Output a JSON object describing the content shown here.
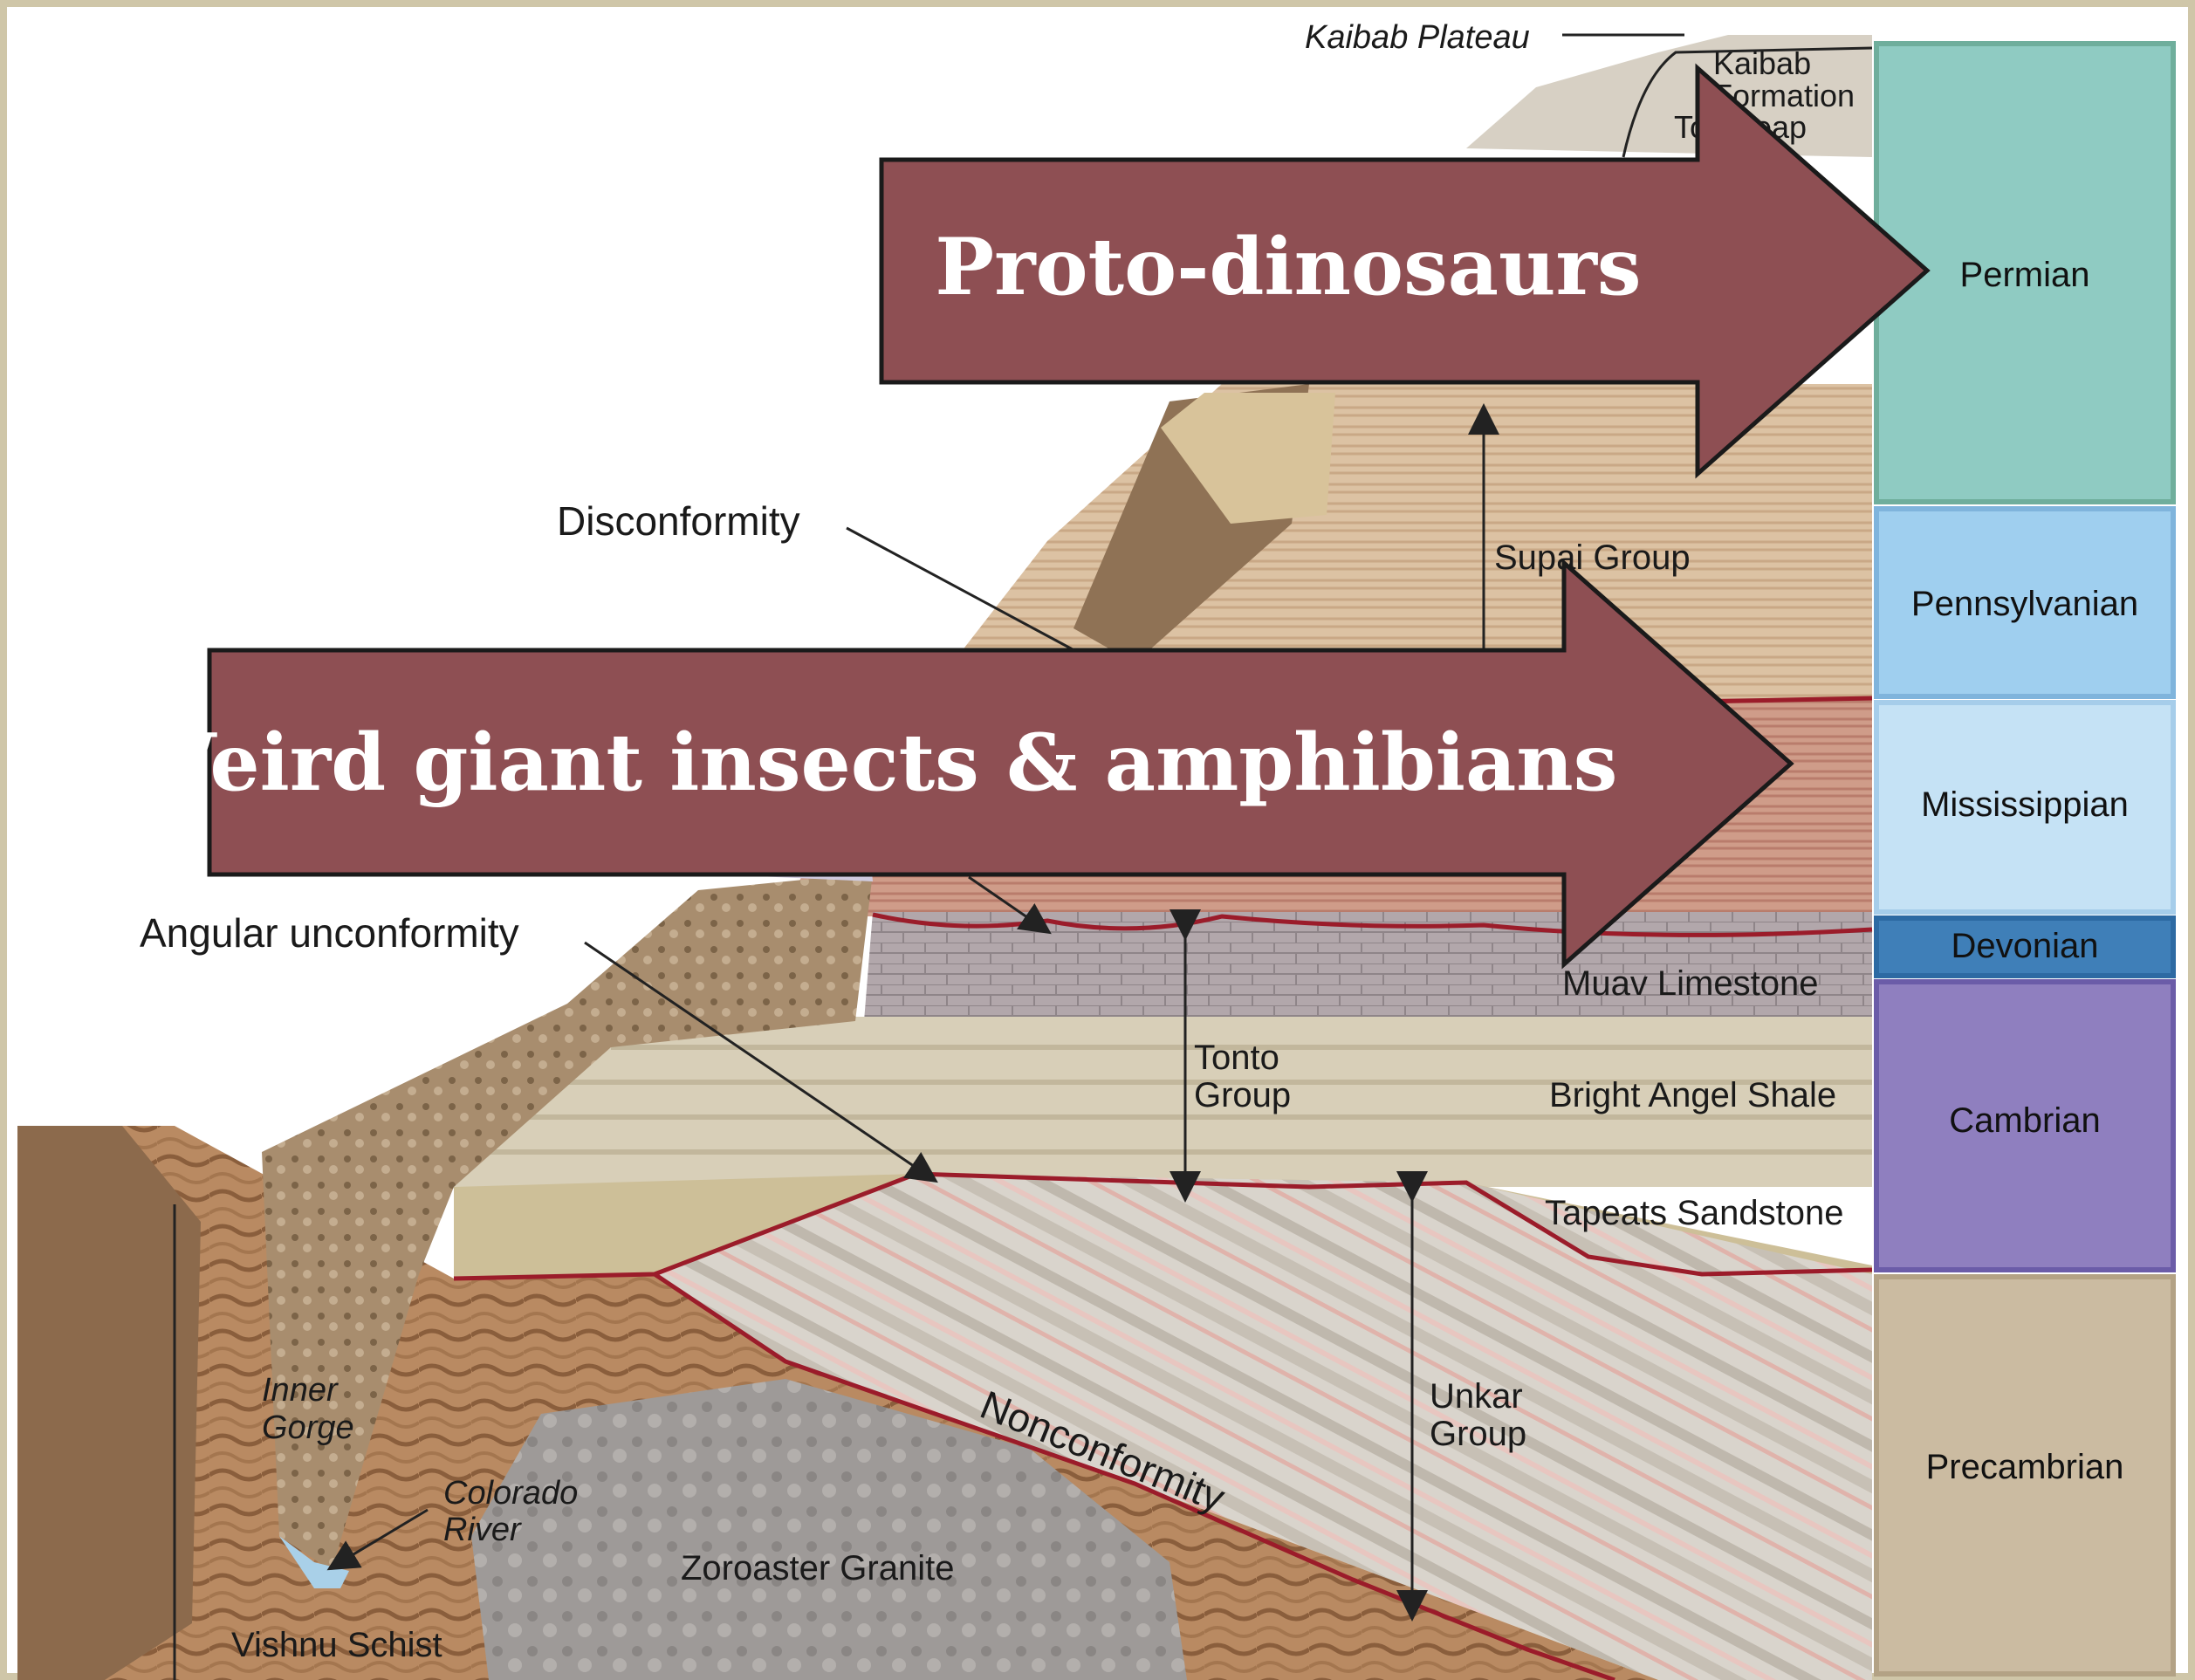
{
  "labels": {
    "kaibab_plateau": "Kaibab Plateau",
    "kaibab_formation_1": "Kaibab",
    "kaibab_formation_2": "Formation",
    "toroweap_1": "To",
    "toroweap_2": "eap",
    "disconformity": "Disconformity",
    "supai_group": "Supai Group",
    "angular_unconformity": "Angular unconformity",
    "muav_limestone": "Muav Limestone",
    "tonto_group_1": "Tonto",
    "tonto_group_2": "Group",
    "bright_angel_shale": "Bright Angel Shale",
    "tapeats_sandstone": "Tapeats Sandstone",
    "unkar_group_1": "Unkar",
    "unkar_group_2": "Group",
    "nonconformity": "Nonconformity",
    "inner_gorge_1": "Inner",
    "inner_gorge_2": "Gorge",
    "colorado_river_1": "Colorado",
    "colorado_river_2": "River",
    "zoroaster_granite": "Zoroaster Granite",
    "vishnu_schist": "Vishnu Schist"
  },
  "periods": [
    {
      "name": "Permian",
      "color": "#8fcbc2"
    },
    {
      "name": "Pennsylvanian",
      "color": "#9fcfef"
    },
    {
      "name": "Mississippian",
      "color": "#c5e2f5"
    },
    {
      "name": "Devonian",
      "color": "#3f7fb8"
    },
    {
      "name": "Cambrian",
      "color": "#8f7fbf"
    },
    {
      "name": "Precambrian",
      "color": "#cbbba1"
    }
  ],
  "arrows": {
    "top": {
      "text": "Proto-dinosaurs",
      "color": "#8e4f53"
    },
    "bottom": {
      "text": "Weird giant insects & amphibians",
      "color": "#8e4f53"
    }
  },
  "colors": {
    "unconformity_line": "#9b1c2a",
    "frame": "#cfc6a8"
  }
}
